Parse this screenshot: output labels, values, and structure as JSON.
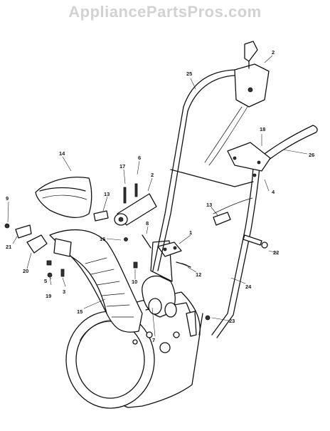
{
  "watermark": "AppliancePartsPros.com",
  "callouts": [
    {
      "id": "c1",
      "label": "1"
    },
    {
      "id": "c2a",
      "label": "2"
    },
    {
      "id": "c2b",
      "label": "2"
    },
    {
      "id": "c3",
      "label": "3"
    },
    {
      "id": "c4",
      "label": "4"
    },
    {
      "id": "c5",
      "label": "5"
    },
    {
      "id": "c6",
      "label": "6"
    },
    {
      "id": "c7",
      "label": "7"
    },
    {
      "id": "c8",
      "label": "8"
    },
    {
      "id": "c9",
      "label": "9"
    },
    {
      "id": "c10",
      "label": "10"
    },
    {
      "id": "c12",
      "label": "12"
    },
    {
      "id": "c13a",
      "label": "13"
    },
    {
      "id": "c13b",
      "label": "13"
    },
    {
      "id": "c14",
      "label": "14"
    },
    {
      "id": "c15",
      "label": "15"
    },
    {
      "id": "c16",
      "label": "16"
    },
    {
      "id": "c17",
      "label": "17"
    },
    {
      "id": "c18",
      "label": "18"
    },
    {
      "id": "c19",
      "label": "19"
    },
    {
      "id": "c20",
      "label": "20"
    },
    {
      "id": "c21",
      "label": "21"
    },
    {
      "id": "c22",
      "label": "22"
    },
    {
      "id": "c23",
      "label": "23"
    },
    {
      "id": "c24",
      "label": "24"
    },
    {
      "id": "c25",
      "label": "25"
    },
    {
      "id": "c26",
      "label": "26"
    }
  ]
}
